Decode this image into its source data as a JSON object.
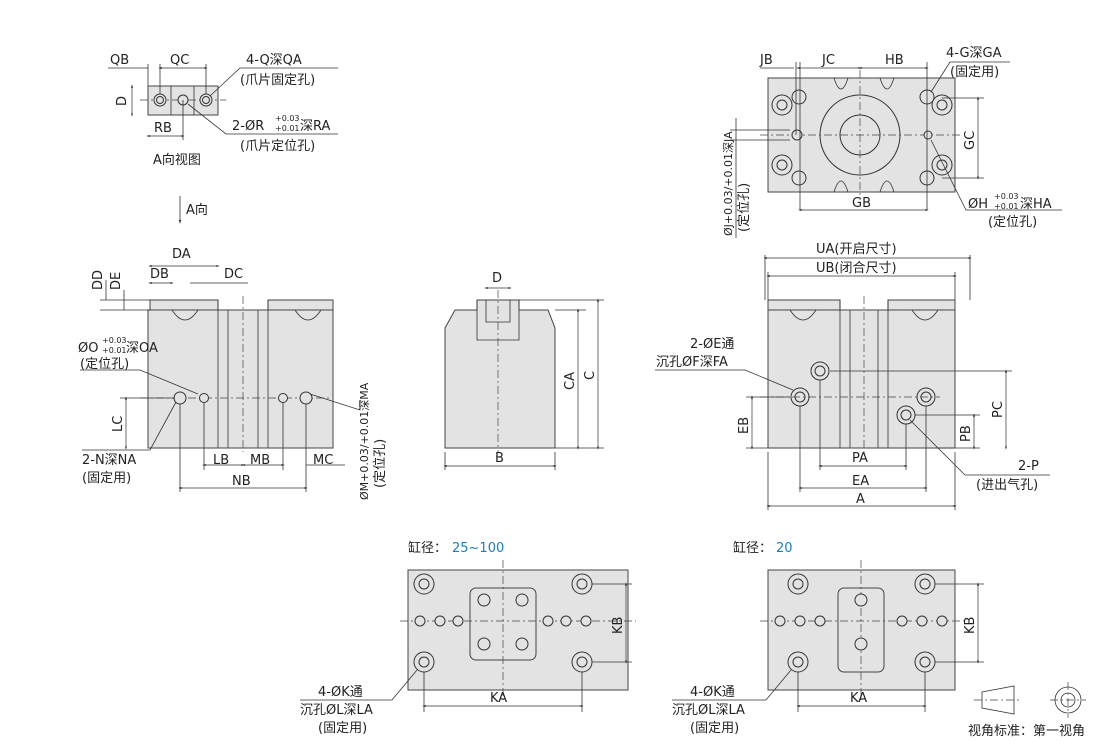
{
  "a_view": {
    "qb": "QB",
    "qc": "QC",
    "d": "D",
    "rb": "RB",
    "q_hole": "4-Q深QA",
    "q_note": "(爪片固定孔)",
    "r_hole": "2-ØR",
    "r_tol_up": "+0.03",
    "r_tol_lo": "+0.01",
    "r_depth": "深RA",
    "r_note": "(爪片定位孔)",
    "title": "A向视图",
    "arrow_label": "A向"
  },
  "top_view": {
    "jb": "JB",
    "jc": "JC",
    "hb": "HB",
    "gb": "GB",
    "gc": "GC",
    "g_hole": "4-G深GA",
    "g_note": "(固定用)",
    "h_hole": "ØH",
    "h_tol_up": "+0.03",
    "h_tol_lo": "+0.01",
    "h_depth": "深HA",
    "h_note": "(定位孔)",
    "j_hole": "ØJ+0.03/+0.01深JA",
    "j_note": "(定位孔)"
  },
  "front_view": {
    "da": "DA",
    "db": "DB",
    "dc": "DC",
    "dd": "DD",
    "de": "DE",
    "o_hole": "ØO",
    "o_tol_up": "+0.03",
    "o_tol_lo": "+0.01",
    "o_depth": "深OA",
    "o_note": "(定位孔)",
    "lc": "LC",
    "n_hole": "2-N深NA",
    "n_note": "(固定用)",
    "lb": "LB",
    "mb": "MB",
    "mc": "MC",
    "nb": "NB",
    "m_hole": "ØM+0.03/+0.01深MA",
    "m_note": "(定位孔)"
  },
  "side_view": {
    "d": "D",
    "ca": "CA",
    "c": "C",
    "b": "B"
  },
  "right_front_view": {
    "ua": "UA(开启尺寸)",
    "ub": "UB(闭合尺寸)",
    "e_hole": "2-ØE通",
    "f_hole": "沉孔ØF深FA",
    "eb": "EB",
    "pa": "PA",
    "ea": "EA",
    "a": "A",
    "pb": "PB",
    "pc": "PC",
    "p_port": "2-P",
    "p_note": "(进出气孔)"
  },
  "bottom_views": [
    {
      "bore_label": "缸径：",
      "bore_value": "25~100",
      "kb": "KB",
      "ka": "KA",
      "k_hole": "4-ØK通",
      "l_hole": "沉孔ØL深LA",
      "note": "(固定用)"
    },
    {
      "bore_label": "缸径：",
      "bore_value": "20",
      "kb": "KB",
      "ka": "KA",
      "k_hole": "4-ØK通",
      "l_hole": "沉孔ØL深LA",
      "note": "(固定用)"
    }
  ],
  "projection": {
    "label": "视角标准：第一视角"
  },
  "colors": {
    "accent": "#1a7fc0",
    "part_fill": "#e3e3e3"
  }
}
